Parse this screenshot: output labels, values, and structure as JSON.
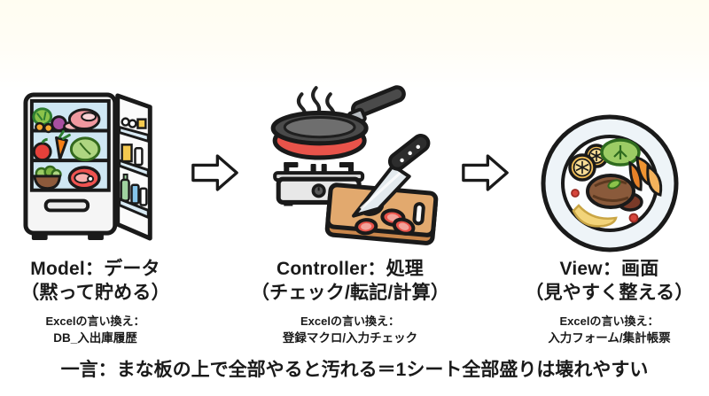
{
  "columns": [
    {
      "id": "model",
      "icon": "refrigerator-icon",
      "title": "Model：データ",
      "subtitle": "（黙って貯める）",
      "excel_label": "Excelの言い換え：",
      "excel_value": "DB_入出庫履歴"
    },
    {
      "id": "controller",
      "icon": "stove-pan-knife-icon",
      "title": "Controller：処理",
      "subtitle": "（チェック/転記/計算）",
      "excel_label": "Excelの言い換え：",
      "excel_value": "登録マクロ/入力チェック"
    },
    {
      "id": "view",
      "icon": "plated-dish-icon",
      "title": "View：画面",
      "subtitle": "（見やすく整える）",
      "excel_label": "Excelの言い換え：",
      "excel_value": "入力フォーム/集計帳票"
    }
  ],
  "footer": {
    "text": "一言：まな板の上で全部やると汚れる＝1シート全部盛りは壊れやすい"
  },
  "colors": {
    "outline": "#1a1a1a",
    "text": "#1a1a1a",
    "background_top": "#fffdf1",
    "fridge_interior_blue": "#cfe7f3",
    "pan_red": "#e8534a",
    "pan_gray": "#4a4a4a",
    "board_tan": "#e2a96e",
    "board_edge": "#c9864b",
    "plate_gray": "#eef4f8",
    "lettuce_green": "#9ccc65",
    "carrot_orange": "#ef9432",
    "steak_brown": "#8a5a3b",
    "sauce_yellow": "#f2d47a",
    "tomato_red": "#e8534a"
  }
}
